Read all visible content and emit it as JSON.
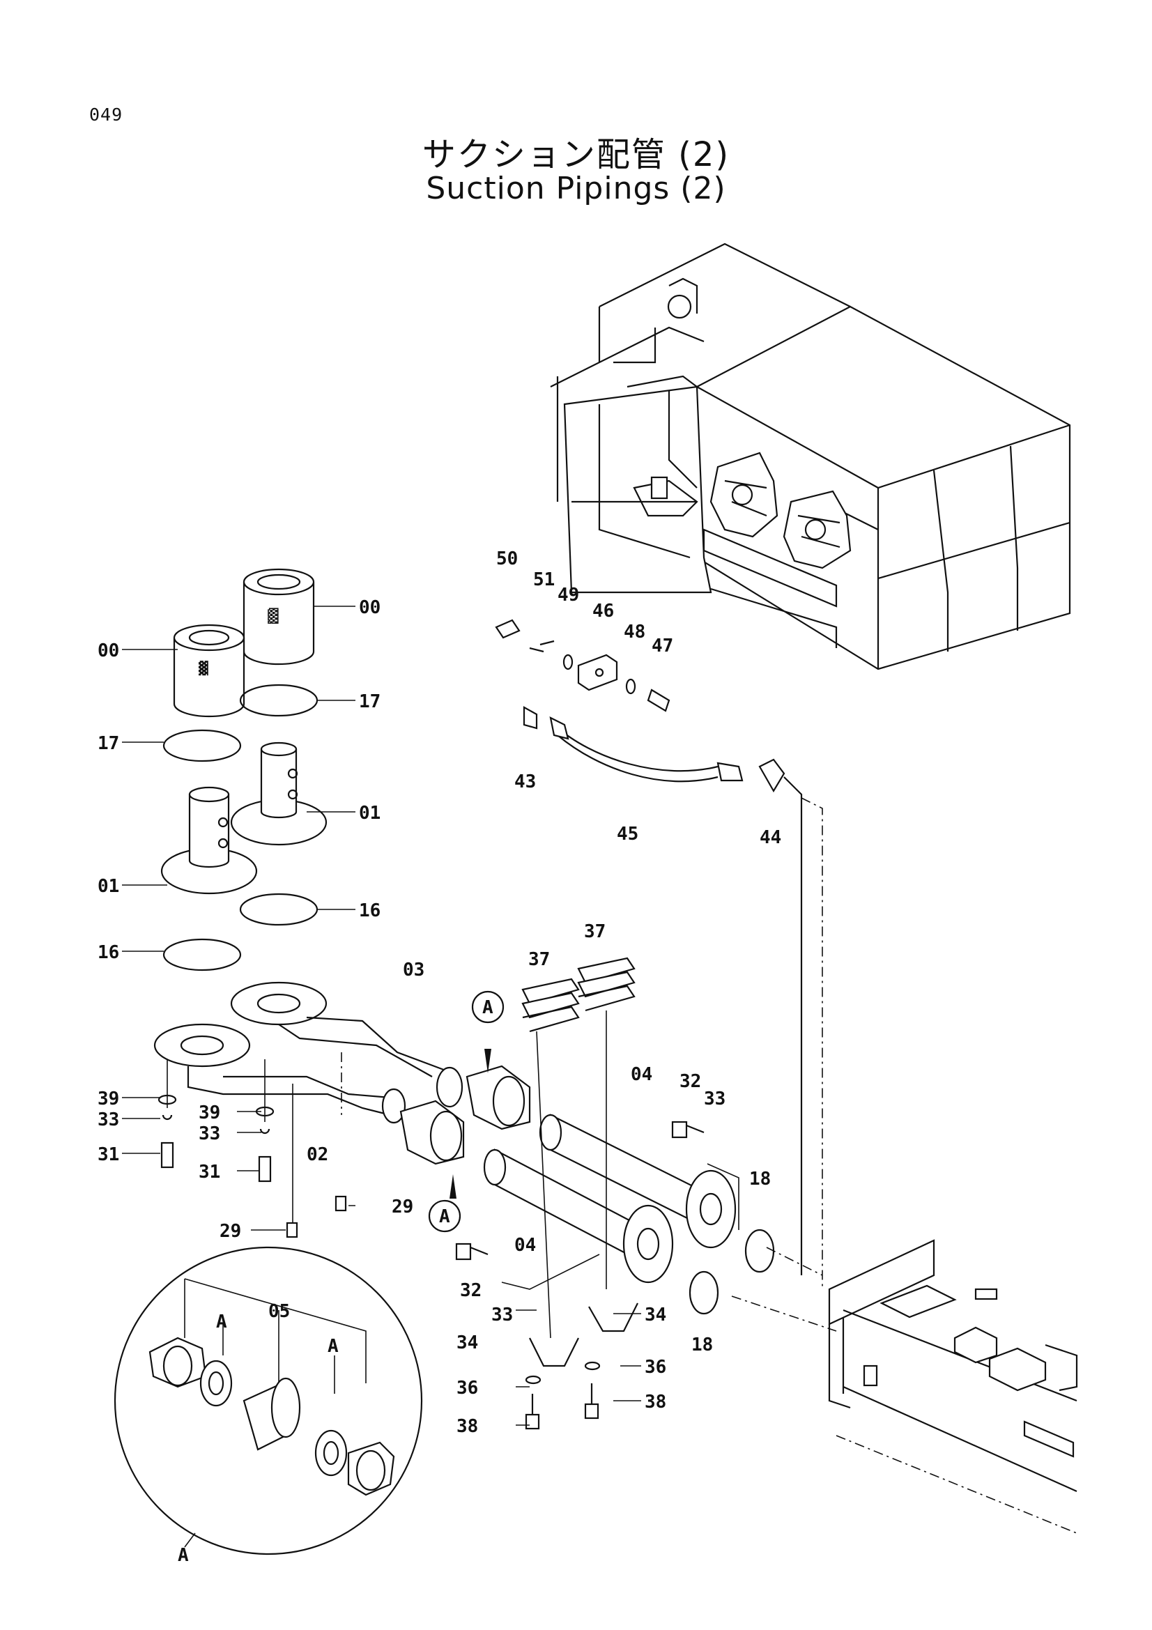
{
  "header": {
    "page_number": "049",
    "title_jp": "サクション配管 (2)",
    "title_en": "Suction Pipings (2)"
  },
  "callouts": {
    "c00a": "00",
    "c00b": "00",
    "c17a": "17",
    "c17b": "17",
    "c01a": "01",
    "c01b": "01",
    "c16a": "16",
    "c16b": "16",
    "c03": "03",
    "c02": "02",
    "c39a": "39",
    "c39b": "39",
    "c33a": "33",
    "c33b": "33",
    "c33c": "33",
    "c33d": "33",
    "c31a": "31",
    "c31b": "31",
    "c29a": "29",
    "c29b": "29",
    "cAa": "A",
    "cAb": "A",
    "c37a": "37",
    "c37b": "37",
    "c04a": "04",
    "c04b": "04",
    "c32a": "32",
    "c32b": "32",
    "c18a": "18",
    "c18b": "18",
    "c34a": "34",
    "c34b": "34",
    "c36a": "36",
    "c36b": "36",
    "c38a": "38",
    "c38b": "38",
    "c50": "50",
    "c51": "51",
    "c49": "49",
    "c46": "46",
    "c48": "48",
    "c47": "47",
    "c43": "43",
    "c45": "45",
    "c44": "44",
    "c05": "05",
    "cA1": "A",
    "cA2": "A",
    "cA3": "A"
  }
}
